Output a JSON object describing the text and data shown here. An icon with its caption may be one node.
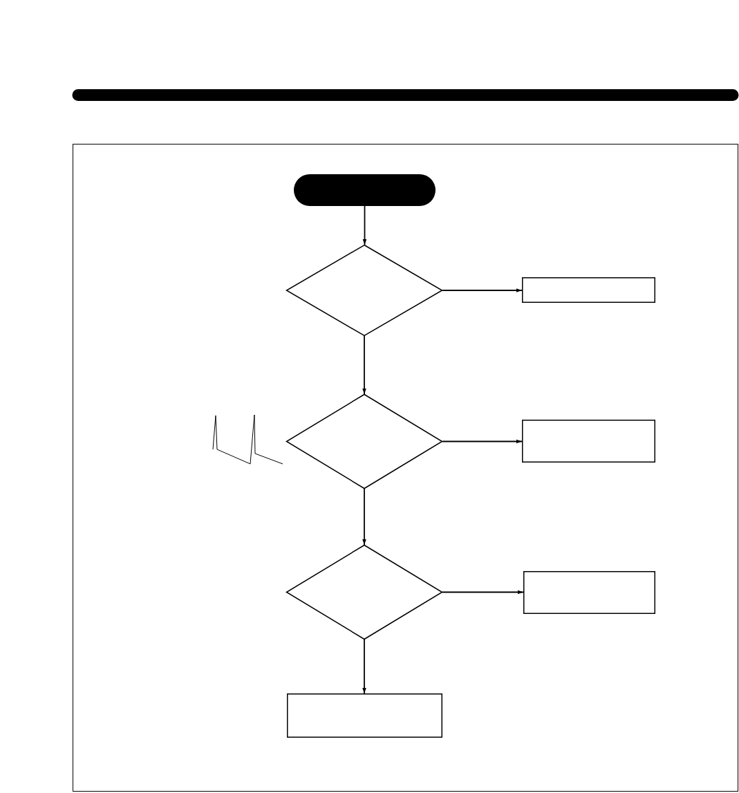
{
  "diagram": {
    "nodes": [
      {
        "text": [],
        "shape": "bar"
      },
      {
        "text": [],
        "shape": "diamond"
      },
      {
        "text": [],
        "shape": "box"
      },
      {
        "text": [],
        "shape": "diamond"
      },
      {
        "text": [],
        "shape": "box"
      },
      {
        "text": [],
        "shape": "diamond"
      },
      {
        "text": [],
        "shape": "box"
      },
      {
        "text": [],
        "shape": "box"
      }
    ],
    "edges": [
      {
        "from": 0,
        "to": 1,
        "arrow": "to"
      },
      {
        "from": 1,
        "to": 2,
        "arrow": "to"
      },
      {
        "from": 1,
        "to": 3,
        "arrow": "to"
      },
      {
        "from": 3,
        "to": 4,
        "arrow": "to"
      },
      {
        "from": 3,
        "to": 5,
        "arrow": "to"
      },
      {
        "from": 5,
        "to": 6,
        "arrow": "to"
      },
      {
        "from": 5,
        "to": 7,
        "arrow": "to"
      }
    ]
  }
}
